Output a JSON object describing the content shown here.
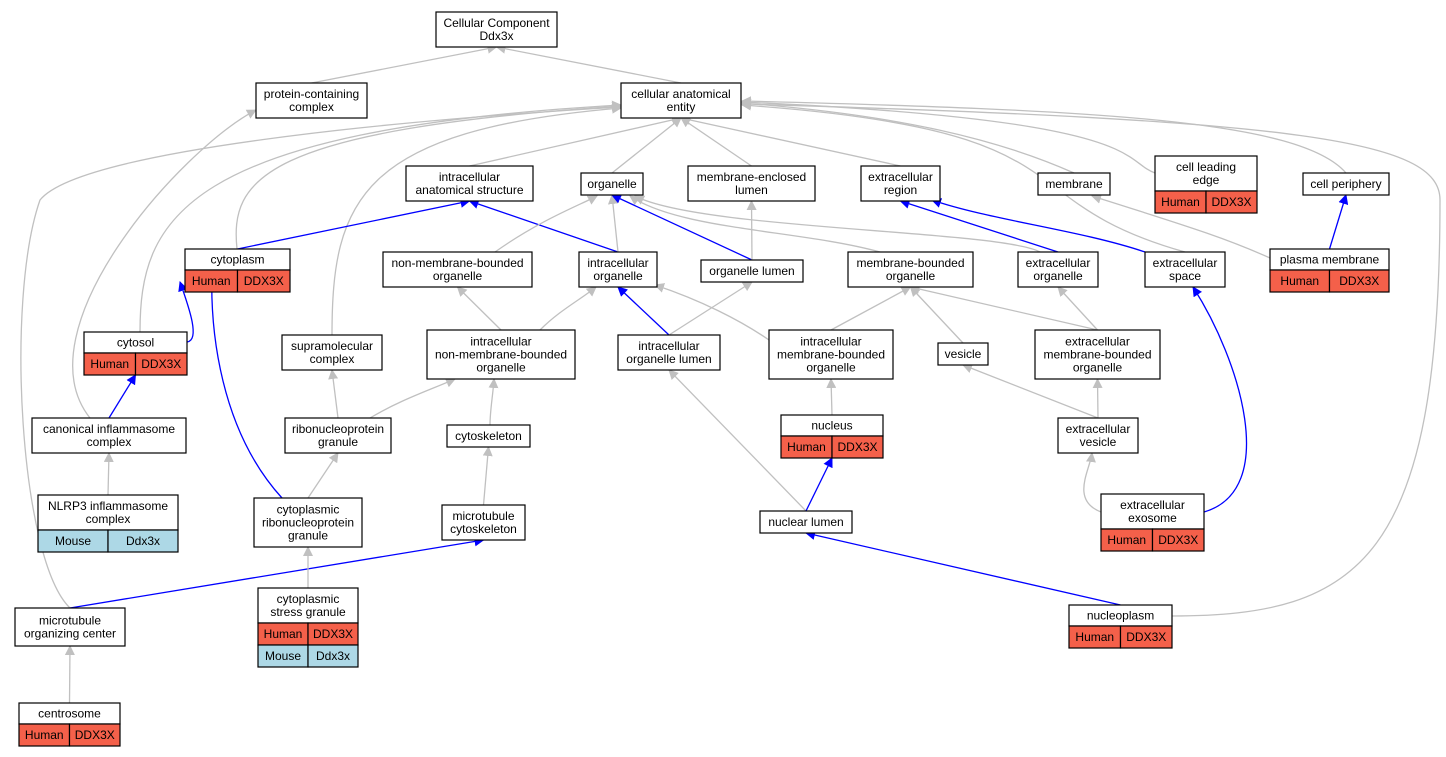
{
  "graph": {
    "colors": {
      "grey_edge": "#c0c0c0",
      "blue_edge": "#0000ff",
      "human": "#f4604a",
      "mouse": "#add8e6"
    },
    "nodes": [
      {
        "id": "root",
        "label": [
          "Cellular Component",
          "Ddx3x"
        ]
      },
      {
        "id": "pcc",
        "label": [
          "protein-containing",
          "complex"
        ]
      },
      {
        "id": "cae",
        "label": [
          "cellular anatomical",
          "entity"
        ]
      },
      {
        "id": "ias",
        "label": [
          "intracellular",
          "anatomical structure"
        ]
      },
      {
        "id": "org",
        "label": [
          "organelle"
        ]
      },
      {
        "id": "mel",
        "label": [
          "membrane-enclosed",
          "lumen"
        ]
      },
      {
        "id": "exr",
        "label": [
          "extracellular",
          "region"
        ]
      },
      {
        "id": "mem",
        "label": [
          "membrane"
        ]
      },
      {
        "id": "cle",
        "label": [
          "cell leading",
          "edge"
        ],
        "genes": [
          {
            "species": "Human",
            "gene": "DDX3X"
          }
        ]
      },
      {
        "id": "cpe",
        "label": [
          "cell periphery"
        ]
      },
      {
        "id": "cyt",
        "label": [
          "cytoplasm"
        ],
        "genes": [
          {
            "species": "Human",
            "gene": "DDX3X"
          }
        ]
      },
      {
        "id": "nmbo",
        "label": [
          "non-membrane-bounded",
          "organelle"
        ]
      },
      {
        "id": "io",
        "label": [
          "intracellular",
          "organelle"
        ]
      },
      {
        "id": "ol",
        "label": [
          "organelle lumen"
        ]
      },
      {
        "id": "mbo",
        "label": [
          "membrane-bounded",
          "organelle"
        ]
      },
      {
        "id": "exo",
        "label": [
          "extracellular",
          "organelle"
        ]
      },
      {
        "id": "exs",
        "label": [
          "extracellular",
          "space"
        ]
      },
      {
        "id": "pm",
        "label": [
          "plasma membrane"
        ],
        "genes": [
          {
            "species": "Human",
            "gene": "DDX3X"
          }
        ]
      },
      {
        "id": "cytosol",
        "label": [
          "cytosol"
        ],
        "genes": [
          {
            "species": "Human",
            "gene": "DDX3X"
          }
        ]
      },
      {
        "id": "smc",
        "label": [
          "supramolecular",
          "complex"
        ]
      },
      {
        "id": "inmbo",
        "label": [
          "intracellular",
          "non-membrane-bounded",
          "organelle"
        ]
      },
      {
        "id": "iol",
        "label": [
          "intracellular",
          "organelle lumen"
        ]
      },
      {
        "id": "imbo",
        "label": [
          "intracellular",
          "membrane-bounded",
          "organelle"
        ]
      },
      {
        "id": "ves",
        "label": [
          "vesicle"
        ]
      },
      {
        "id": "exmbo",
        "label": [
          "extracellular",
          "membrane-bounded",
          "organelle"
        ]
      },
      {
        "id": "cic",
        "label": [
          "canonical inflammasome",
          "complex"
        ]
      },
      {
        "id": "rnpg",
        "label": [
          "ribonucleoprotein",
          "granule"
        ]
      },
      {
        "id": "csk",
        "label": [
          "cytoskeleton"
        ]
      },
      {
        "id": "nuc",
        "label": [
          "nucleus"
        ],
        "genes": [
          {
            "species": "Human",
            "gene": "DDX3X"
          }
        ]
      },
      {
        "id": "exv",
        "label": [
          "extracellular",
          "vesicle"
        ]
      },
      {
        "id": "nlrp3",
        "label": [
          "NLRP3 inflammasome",
          "complex"
        ],
        "genes": [
          {
            "species": "Mouse",
            "gene": "Ddx3x"
          }
        ]
      },
      {
        "id": "crnpg",
        "label": [
          "cytoplasmic",
          "ribonucleoprotein",
          "granule"
        ]
      },
      {
        "id": "mtc",
        "label": [
          "microtubule",
          "cytoskeleton"
        ]
      },
      {
        "id": "nl",
        "label": [
          "nuclear lumen"
        ]
      },
      {
        "id": "exex",
        "label": [
          "extracellular",
          "exosome"
        ],
        "genes": [
          {
            "species": "Human",
            "gene": "DDX3X"
          }
        ]
      },
      {
        "id": "mtoc",
        "label": [
          "microtubule",
          "organizing center"
        ]
      },
      {
        "id": "csg",
        "label": [
          "cytoplasmic",
          "stress granule"
        ],
        "genes": [
          {
            "species": "Human",
            "gene": "DDX3X"
          },
          {
            "species": "Mouse",
            "gene": "Ddx3x"
          }
        ]
      },
      {
        "id": "np",
        "label": [
          "nucleoplasm"
        ],
        "genes": [
          {
            "species": "Human",
            "gene": "DDX3X"
          }
        ]
      },
      {
        "id": "cs",
        "label": [
          "centrosome"
        ],
        "genes": [
          {
            "species": "Human",
            "gene": "DDX3X"
          }
        ]
      }
    ],
    "edges": [
      {
        "from": "pcc",
        "to": "root",
        "color": "grey"
      },
      {
        "from": "cae",
        "to": "root",
        "color": "grey"
      },
      {
        "from": "ias",
        "to": "cae",
        "color": "grey"
      },
      {
        "from": "org",
        "to": "cae",
        "color": "grey"
      },
      {
        "from": "mel",
        "to": "cae",
        "color": "grey"
      },
      {
        "from": "exr",
        "to": "cae",
        "color": "grey"
      },
      {
        "from": "mem",
        "to": "cae",
        "color": "grey"
      },
      {
        "from": "cle",
        "to": "cae",
        "color": "grey"
      },
      {
        "from": "cpe",
        "to": "cae",
        "color": "grey"
      },
      {
        "from": "cyt",
        "to": "cae",
        "color": "grey"
      },
      {
        "from": "cytosol",
        "to": "cae",
        "color": "grey"
      },
      {
        "from": "smc",
        "to": "cae",
        "color": "grey"
      },
      {
        "from": "exs",
        "to": "cae",
        "color": "grey"
      },
      {
        "from": "np",
        "to": "cae",
        "color": "grey"
      },
      {
        "from": "mtoc",
        "to": "cae",
        "color": "grey"
      },
      {
        "from": "cic",
        "to": "pcc",
        "color": "grey"
      },
      {
        "from": "cyt",
        "to": "ias",
        "color": "blue"
      },
      {
        "from": "io",
        "to": "ias",
        "color": "blue"
      },
      {
        "from": "nmbo",
        "to": "org",
        "color": "grey"
      },
      {
        "from": "io",
        "to": "org",
        "color": "grey"
      },
      {
        "from": "ol",
        "to": "org",
        "color": "blue"
      },
      {
        "from": "mbo",
        "to": "org",
        "color": "grey"
      },
      {
        "from": "exo",
        "to": "org",
        "color": "grey"
      },
      {
        "from": "ol",
        "to": "mel",
        "color": "grey"
      },
      {
        "from": "exo",
        "to": "exr",
        "color": "blue"
      },
      {
        "from": "exs",
        "to": "exr",
        "color": "blue"
      },
      {
        "from": "pm",
        "to": "mem",
        "color": "grey"
      },
      {
        "from": "pm",
        "to": "cpe",
        "color": "blue"
      },
      {
        "from": "cytosol",
        "to": "cyt",
        "color": "blue"
      },
      {
        "from": "crnpg",
        "to": "cyt",
        "color": "blue"
      },
      {
        "from": "inmbo",
        "to": "nmbo",
        "color": "grey"
      },
      {
        "from": "inmbo",
        "to": "io",
        "color": "grey"
      },
      {
        "from": "iol",
        "to": "io",
        "color": "blue"
      },
      {
        "from": "imbo",
        "to": "io",
        "color": "grey"
      },
      {
        "from": "iol",
        "to": "ol",
        "color": "grey"
      },
      {
        "from": "imbo",
        "to": "mbo",
        "color": "grey"
      },
      {
        "from": "ves",
        "to": "mbo",
        "color": "grey"
      },
      {
        "from": "exmbo",
        "to": "mbo",
        "color": "grey"
      },
      {
        "from": "exmbo",
        "to": "exo",
        "color": "grey"
      },
      {
        "from": "exex",
        "to": "exs",
        "color": "blue"
      },
      {
        "from": "cic",
        "to": "cytosol",
        "color": "blue"
      },
      {
        "from": "rnpg",
        "to": "smc",
        "color": "grey"
      },
      {
        "from": "rnpg",
        "to": "inmbo",
        "color": "grey"
      },
      {
        "from": "csk",
        "to": "inmbo",
        "color": "grey"
      },
      {
        "from": "nl",
        "to": "iol",
        "color": "grey"
      },
      {
        "from": "nuc",
        "to": "imbo",
        "color": "grey"
      },
      {
        "from": "exv",
        "to": "ves",
        "color": "grey"
      },
      {
        "from": "exv",
        "to": "exmbo",
        "color": "grey"
      },
      {
        "from": "nlrp3",
        "to": "cic",
        "color": "grey"
      },
      {
        "from": "crnpg",
        "to": "rnpg",
        "color": "grey"
      },
      {
        "from": "mtc",
        "to": "csk",
        "color": "grey"
      },
      {
        "from": "nl",
        "to": "nuc",
        "color": "blue"
      },
      {
        "from": "exex",
        "to": "exv",
        "color": "grey"
      },
      {
        "from": "mtoc",
        "to": "mtc",
        "color": "blue"
      },
      {
        "from": "np",
        "to": "nl",
        "color": "blue"
      },
      {
        "from": "csg",
        "to": "crnpg",
        "color": "grey"
      },
      {
        "from": "cs",
        "to": "mtoc",
        "color": "grey"
      }
    ]
  }
}
